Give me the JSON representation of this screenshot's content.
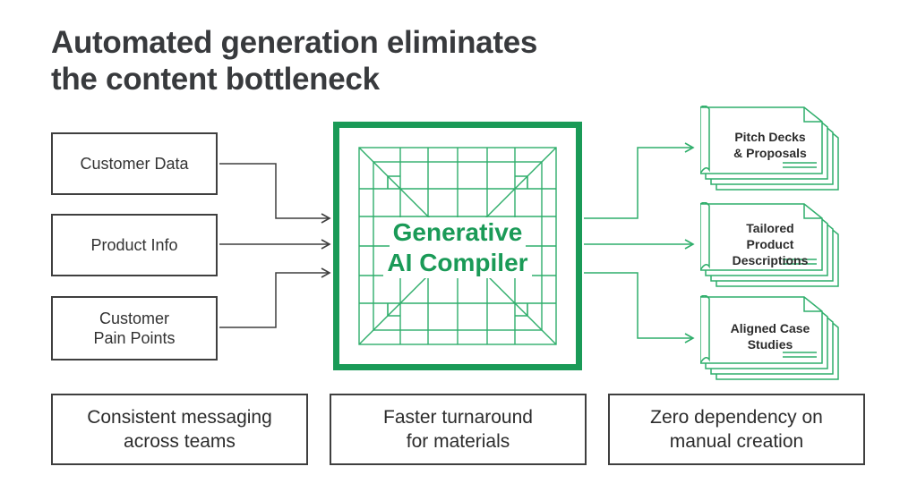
{
  "title": {
    "line1": "Automated generation eliminates",
    "line2": "the content bottleneck"
  },
  "inputs": [
    {
      "lines": [
        "Customer Data"
      ]
    },
    {
      "lines": [
        "Product Info"
      ]
    },
    {
      "lines": [
        "Customer",
        "Pain Points"
      ]
    }
  ],
  "compiler": {
    "line1": "Generative",
    "line2": "AI Compiler"
  },
  "outputs": [
    {
      "lines": [
        "Pitch Decks",
        "& Proposals"
      ]
    },
    {
      "lines": [
        "Tailored",
        "Product",
        "Descriptions"
      ]
    },
    {
      "lines": [
        "Aligned Case",
        "Studies"
      ]
    }
  ],
  "benefits": [
    {
      "lines": [
        "Consistent messaging",
        "across teams"
      ]
    },
    {
      "lines": [
        "Faster turnaround",
        "for materials"
      ]
    },
    {
      "lines": [
        "Zero dependency on",
        "manual creation"
      ]
    }
  ],
  "colors": {
    "accent": "#1a9a57",
    "accent_light": "#2fae6b",
    "stroke": "#3f3f3f",
    "title": "#383a3d"
  }
}
